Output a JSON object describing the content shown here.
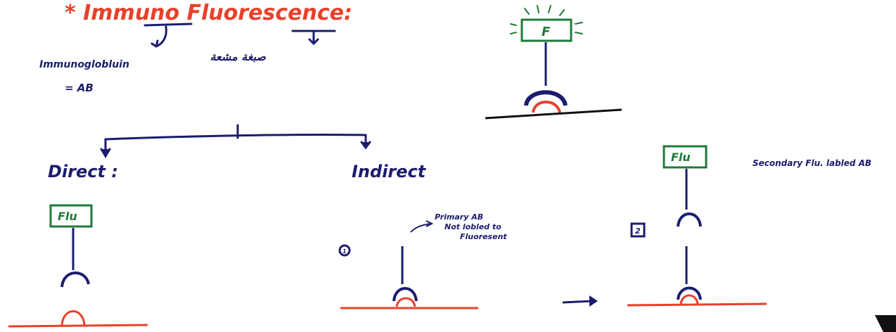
{
  "title": "* Immuno Fluorescence:",
  "left_branch_label": "Immunoglobluin",
  "left_branch_eq": "= AB",
  "arabic_label": "صبغة مشعة",
  "direct_label": "Direct :",
  "indirect_label": "Indirect",
  "fluor_tag_top": "F",
  "fluor_tag_direct": "Flu",
  "fluor_tag_secondary": "Flu",
  "primary_note_line1": "Primary AB",
  "primary_note_line2": "Not lobled to",
  "primary_note_line3": "Fluoresent",
  "step1_marker": "1",
  "step2_marker": "2",
  "secondary_note": "Secondary Flu. labled AB",
  "colors": {
    "title_red": "#e8402a",
    "ink_navy": "#1c1c6e",
    "tag_green": "#1e7a3a",
    "antigen_red": "#e8402a",
    "black": "#111111"
  }
}
